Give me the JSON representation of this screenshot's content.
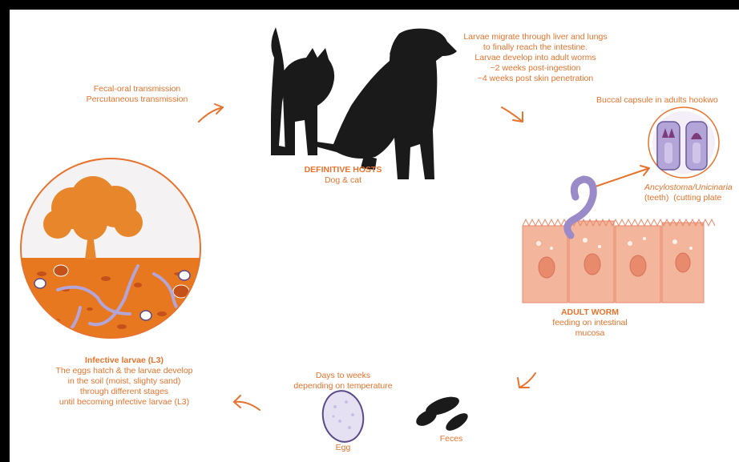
{
  "transmission": {
    "line1": "Fecal-oral transmission",
    "line2": "Percutaneous transmission"
  },
  "migration": {
    "line1": "Larvae migrate through liver and lungs",
    "line2": "to finally reach the intestine.",
    "line3": "Larvae develop into adult worms",
    "line4": "~2 weeks post-ingestion",
    "line5": "~4 weeks post skin penetration"
  },
  "hosts": {
    "title": "DEFINITIVE HOSTS",
    "subtitle": "Dog & cat"
  },
  "buccal": {
    "title": "Buccal capsule in adults hookwo",
    "genus": "Ancylostoma/Unicinaria",
    "teeth": "(teeth)",
    "plates": "(cutting plate"
  },
  "adult": {
    "title": "ADULT WORM",
    "line1": "feeding on intestinal",
    "line2": "mucosa"
  },
  "eggstage": {
    "line1": "Days to weeks",
    "line2": "depending on temperature",
    "egg_label": "Egg",
    "feces_label": "Feces"
  },
  "larvae": {
    "title": "Infective larvae (L3)",
    "line1": "The eggs hatch & the larvae develop",
    "line2": "in the soil (moist, slighty sand)",
    "line3": "through different stages",
    "line4": "until becoming infective larvae (L3)"
  },
  "colors": {
    "accent": "#e8732d",
    "silhouette": "#1a1a1a",
    "worm": "#9a8ac8",
    "tissue": "#f3b59c"
  }
}
